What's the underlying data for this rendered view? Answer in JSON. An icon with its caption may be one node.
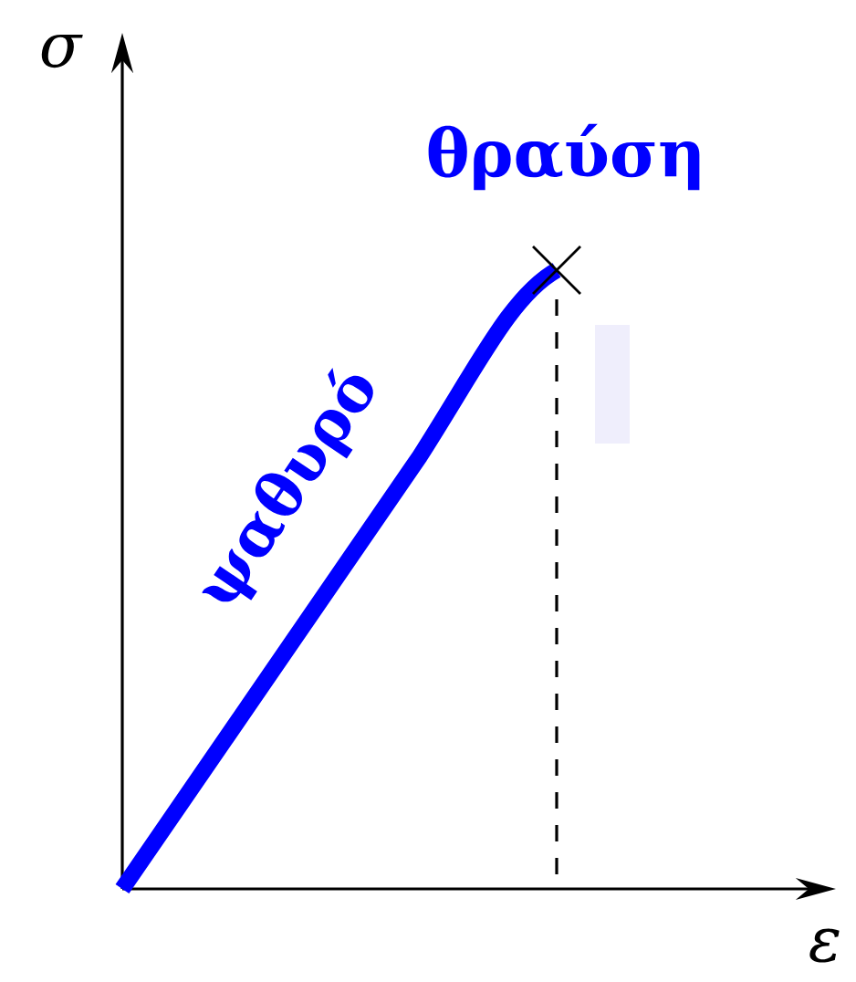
{
  "diagram": {
    "labels": [
      "σ",
      "θραύση",
      "ψαθυρό",
      "ε"
    ]
  }
}
